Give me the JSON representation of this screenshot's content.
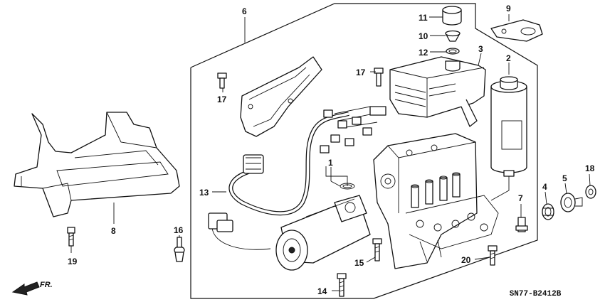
{
  "diagram": {
    "callouts": [
      {
        "id": "c1",
        "label": "1"
      },
      {
        "id": "c2",
        "label": "2"
      },
      {
        "id": "c3",
        "label": "3"
      },
      {
        "id": "c4",
        "label": "4"
      },
      {
        "id": "c5",
        "label": "5"
      },
      {
        "id": "c6",
        "label": "6"
      },
      {
        "id": "c7",
        "label": "7"
      },
      {
        "id": "c8",
        "label": "8"
      },
      {
        "id": "c9",
        "label": "9"
      },
      {
        "id": "c10",
        "label": "10"
      },
      {
        "id": "c11",
        "label": "11"
      },
      {
        "id": "c12",
        "label": "12"
      },
      {
        "id": "c13",
        "label": "13"
      },
      {
        "id": "c14",
        "label": "14"
      },
      {
        "id": "c15",
        "label": "15"
      },
      {
        "id": "c16",
        "label": "16"
      },
      {
        "id": "c17a",
        "label": "17"
      },
      {
        "id": "c17b",
        "label": "17"
      },
      {
        "id": "c18",
        "label": "18"
      },
      {
        "id": "c19",
        "label": "19"
      },
      {
        "id": "c20",
        "label": "20"
      }
    ],
    "direction_label": "FR.",
    "diagram_code": "SN77-B2412B"
  }
}
